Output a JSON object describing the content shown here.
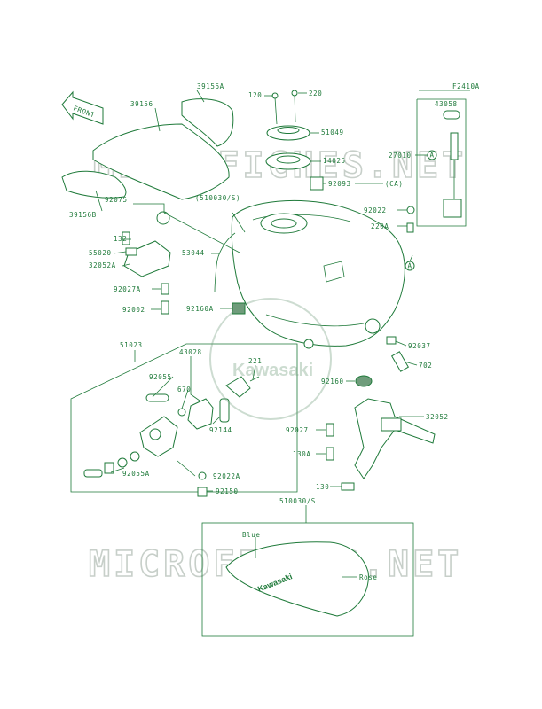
{
  "figure_code": "F2410A",
  "direction_arrow": "FRONT",
  "watermarks": [
    "MICROFICHES.NET",
    "MICROFICHES.NET"
  ],
  "center_logo": "Kawasaki",
  "decal_logo": "Kawasaki",
  "callouts": {
    "a": "A",
    "ca": "(CA)"
  },
  "labels": [
    {
      "id": "p39156a",
      "text": "39156A"
    },
    {
      "id": "p39156",
      "text": "39156"
    },
    {
      "id": "p39156b",
      "text": "39156B"
    },
    {
      "id": "p120top",
      "text": "120"
    },
    {
      "id": "p220top",
      "text": "220"
    },
    {
      "id": "p51049",
      "text": "51049"
    },
    {
      "id": "p14025",
      "text": "14025"
    },
    {
      "id": "p92093",
      "text": "92093"
    },
    {
      "id": "p43058",
      "text": "43058"
    },
    {
      "id": "p27010",
      "text": "27010"
    },
    {
      "id": "p92022",
      "text": "92022"
    },
    {
      "id": "p220a",
      "text": "220A"
    },
    {
      "id": "p510030s_top",
      "text": "(510030/S)"
    },
    {
      "id": "p92075",
      "text": "92075"
    },
    {
      "id": "p132",
      "text": "132"
    },
    {
      "id": "p55020",
      "text": "55020"
    },
    {
      "id": "p32052a",
      "text": "32052A"
    },
    {
      "id": "p53044",
      "text": "53044"
    },
    {
      "id": "p92027a",
      "text": "92027A"
    },
    {
      "id": "p92002",
      "text": "92002"
    },
    {
      "id": "p92160a",
      "text": "92160A"
    },
    {
      "id": "p92037",
      "text": "92037"
    },
    {
      "id": "p51023",
      "text": "51023"
    },
    {
      "id": "p43028",
      "text": "43028"
    },
    {
      "id": "p221",
      "text": "221"
    },
    {
      "id": "p702",
      "text": "702"
    },
    {
      "id": "p92160",
      "text": "92160"
    },
    {
      "id": "p92055",
      "text": "92055"
    },
    {
      "id": "p670",
      "text": "670"
    },
    {
      "id": "p92144",
      "text": "92144"
    },
    {
      "id": "p32052",
      "text": "32052"
    },
    {
      "id": "p92027",
      "text": "92027"
    },
    {
      "id": "p130a",
      "text": "130A"
    },
    {
      "id": "p92055a",
      "text": "92055A"
    },
    {
      "id": "p92022a",
      "text": "92022A"
    },
    {
      "id": "p92150",
      "text": "92150"
    },
    {
      "id": "p130",
      "text": "130"
    },
    {
      "id": "p510030s_bottom",
      "text": "510030/S"
    },
    {
      "id": "cBlue",
      "text": "Blue"
    },
    {
      "id": "cRose",
      "text": "Rose"
    }
  ]
}
